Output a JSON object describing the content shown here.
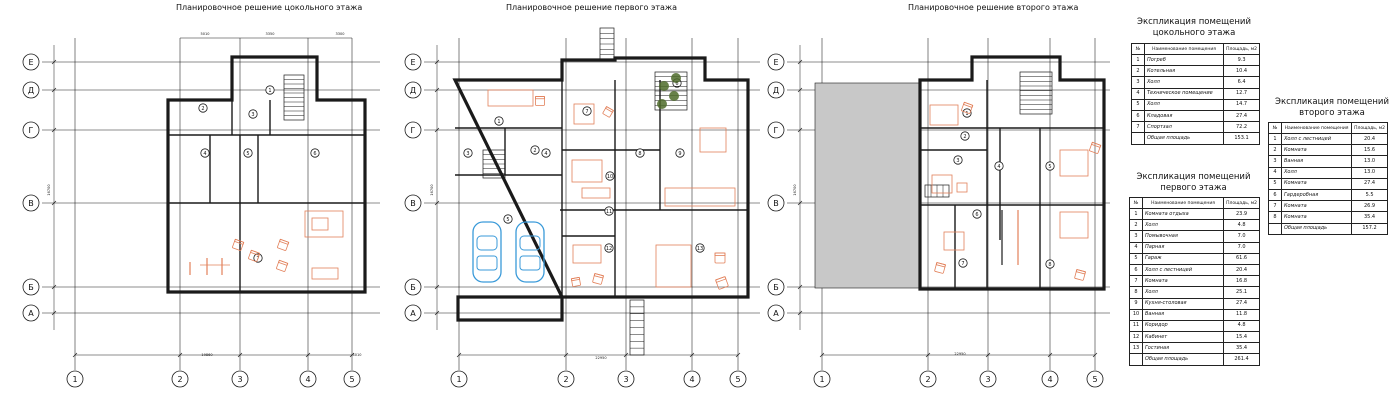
{
  "titles": {
    "basement": "Планировочное решение цокольного этажа",
    "first": "Планировочное решение первого этажа",
    "second": "Планировочное решение второго этажа"
  },
  "axes": {
    "letters": [
      "Е",
      "Д",
      "Г",
      "В",
      "Б",
      "А"
    ],
    "numbers": [
      "1",
      "2",
      "3",
      "4",
      "5"
    ]
  },
  "dims": {
    "overall": "22950",
    "side": "16700",
    "bottom_plan1": "19860",
    "bottom_last_plan1": "4010",
    "top_plan1": [
      "5010",
      "3350",
      "3300"
    ]
  },
  "room_labels": {
    "plan1": [
      "1",
      "2",
      "3",
      "4",
      "5",
      "6",
      "7"
    ],
    "plan2": [
      "1",
      "2",
      "3",
      "4",
      "5",
      "6",
      "7",
      "8",
      "9",
      "10",
      "11",
      "12",
      "13"
    ],
    "plan3": [
      "1",
      "2",
      "3",
      "4",
      "5",
      "6",
      "7",
      "8"
    ]
  },
  "tables": {
    "basement": {
      "title_lines": [
        "Экспликация помещений",
        "цокольного этажа"
      ],
      "header": [
        "№",
        "Наименование помещения",
        "Площадь, м2"
      ],
      "rows": [
        [
          "1",
          "Погреб",
          "9.3"
        ],
        [
          "2",
          "Котельная",
          "10.4"
        ],
        [
          "3",
          "Холл",
          "6.4"
        ],
        [
          "4",
          "Техническое помещение",
          "12.7"
        ],
        [
          "5",
          "Холл",
          "14.7"
        ],
        [
          "6",
          "Кладовая",
          "27.4"
        ],
        [
          "7",
          "Спортзал",
          "72.2"
        ]
      ],
      "total": [
        "Общая площадь",
        "153.1"
      ]
    },
    "first": {
      "title_lines": [
        "Экспликация помещений",
        "первого этажа"
      ],
      "header": [
        "№",
        "Наименование помещения",
        "Площадь, м2"
      ],
      "rows": [
        [
          "1",
          "Комната отдыха",
          "23.9"
        ],
        [
          "2",
          "Холл",
          "4.8"
        ],
        [
          "3",
          "Помывочная",
          "7.0"
        ],
        [
          "4",
          "Парная",
          "7.0"
        ],
        [
          "5",
          "Гараж",
          "61.6"
        ],
        [
          "6",
          "Холл с лестницей",
          "20.4"
        ],
        [
          "7",
          "Комната",
          "16.8"
        ],
        [
          "8",
          "Холл",
          "25.1"
        ],
        [
          "9",
          "Кухня-столовая",
          "27.4"
        ],
        [
          "10",
          "Ванная",
          "11.8"
        ],
        [
          "11",
          "Коридор",
          "4.8"
        ],
        [
          "12",
          "Кабинет",
          "15.4"
        ],
        [
          "13",
          "Гостиная",
          "35.4"
        ]
      ],
      "total": [
        "Общая площадь",
        "261.4"
      ]
    },
    "second": {
      "title_lines": [
        "Экспликация помещений",
        "второго этажа"
      ],
      "header": [
        "№",
        "Наименование помещения",
        "Площадь, м2"
      ],
      "rows": [
        [
          "1",
          "Холл с лестницей",
          "20.4"
        ],
        [
          "2",
          "Комната",
          "15.6"
        ],
        [
          "3",
          "Ванная",
          "13.0"
        ],
        [
          "4",
          "Холл",
          "13.0"
        ],
        [
          "5",
          "Комната",
          "27.4"
        ],
        [
          "6",
          "Гардеробная",
          "5.5"
        ],
        [
          "7",
          "Комната",
          "26.9"
        ],
        [
          "8",
          "Комната",
          "35.4"
        ]
      ],
      "total": [
        "Общая площадь",
        "157.2"
      ]
    }
  },
  "colors": {
    "line": "#1a1a1a",
    "furniture": "#e2805a",
    "car": "#3a9ad9",
    "plant": "#4d6b2a",
    "hatch": "#c8c8c8"
  }
}
